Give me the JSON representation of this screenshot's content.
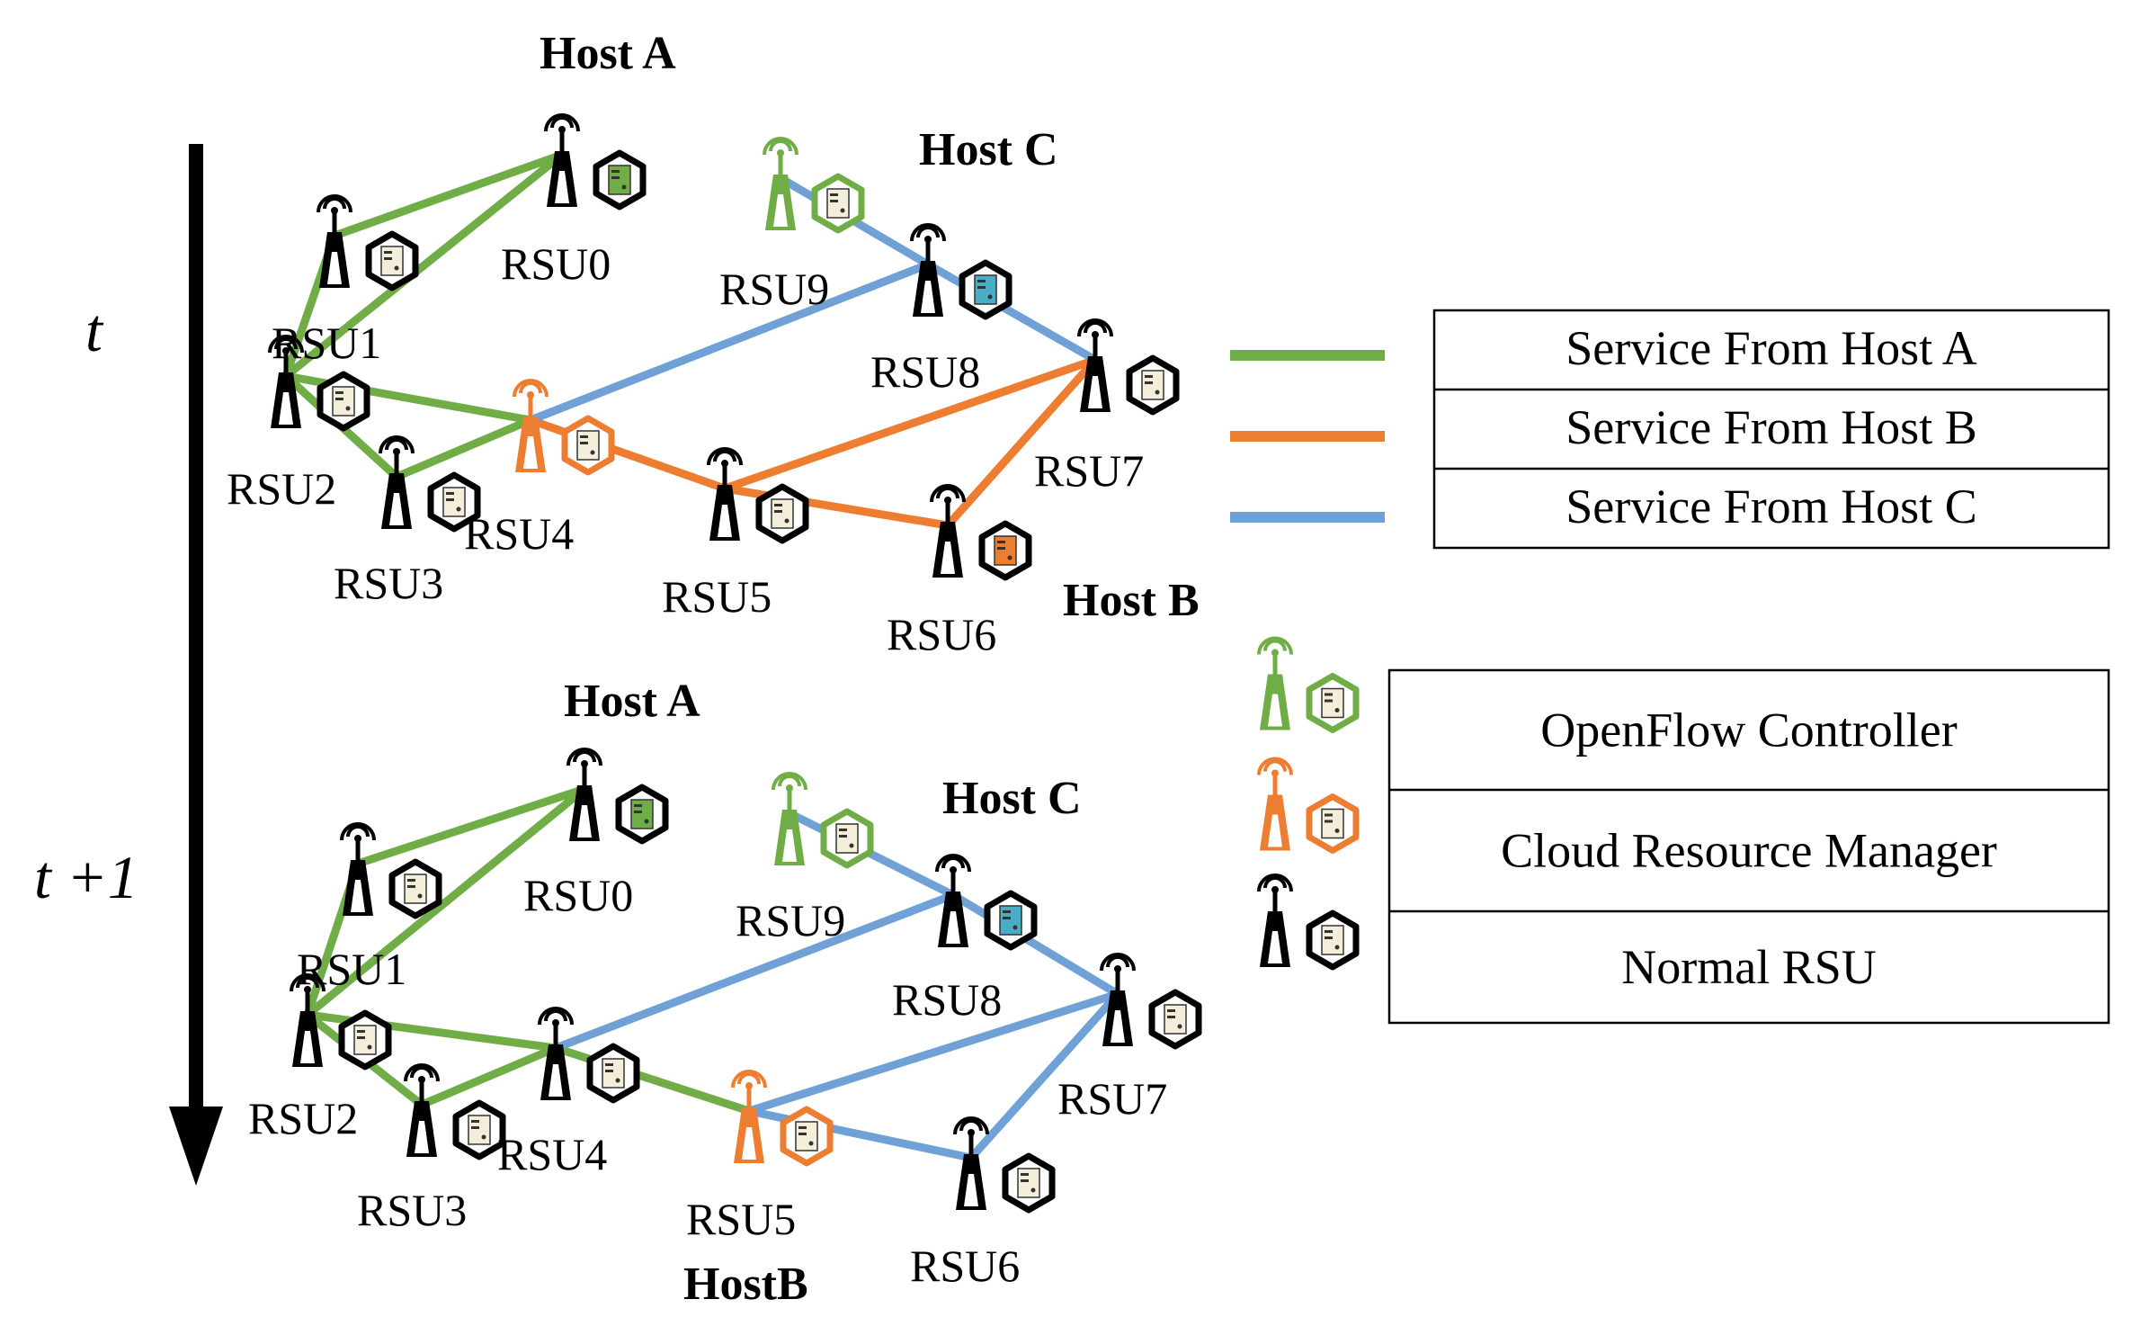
{
  "time_labels": {
    "t0": "t",
    "t1": "t +1"
  },
  "node_names": [
    "RSU0",
    "RSU1",
    "RSU2",
    "RSU3",
    "RSU4",
    "RSU5",
    "RSU6",
    "RSU7",
    "RSU8",
    "RSU9"
  ],
  "colors": {
    "host_a": "#70AD47",
    "host_b": "#ED7D31",
    "host_c": "#6FA0D6",
    "openflow": "#70AD47",
    "cloud": "#ED7D31",
    "normal": "#000000"
  },
  "diagram_t0": {
    "host_labels": {
      "a": "Host A",
      "b": "Host B",
      "c": "Host C"
    },
    "node_roles": {
      "RSU0": "normal",
      "RSU1": "normal",
      "RSU2": "normal",
      "RSU3": "normal",
      "RSU4": "cloud",
      "RSU5": "normal",
      "RSU6": "normal",
      "RSU7": "normal",
      "RSU8": "normal",
      "RSU9": "openflow"
    },
    "node_box_colors": {
      "RSU0": "#70AD47",
      "RSU6": "#ED7D31",
      "RSU8": "#4BACC6"
    },
    "edges": [
      {
        "from": "RSU0",
        "to": "RSU1",
        "service": "host_a"
      },
      {
        "from": "RSU0",
        "to": "RSU2",
        "service": "host_a"
      },
      {
        "from": "RSU1",
        "to": "RSU2",
        "service": "host_a"
      },
      {
        "from": "RSU2",
        "to": "RSU3",
        "service": "host_a"
      },
      {
        "from": "RSU2",
        "to": "RSU4",
        "service": "host_a"
      },
      {
        "from": "RSU3",
        "to": "RSU4",
        "service": "host_a"
      },
      {
        "from": "RSU4",
        "to": "RSU5",
        "service": "host_b"
      },
      {
        "from": "RSU5",
        "to": "RSU6",
        "service": "host_b"
      },
      {
        "from": "RSU5",
        "to": "RSU7",
        "service": "host_b"
      },
      {
        "from": "RSU6",
        "to": "RSU7",
        "service": "host_b"
      },
      {
        "from": "RSU4",
        "to": "RSU8",
        "service": "host_c"
      },
      {
        "from": "RSU9",
        "to": "RSU8",
        "service": "host_c"
      },
      {
        "from": "RSU8",
        "to": "RSU7",
        "service": "host_c"
      }
    ]
  },
  "diagram_t1": {
    "host_labels": {
      "a": "Host A",
      "b": "HostB",
      "c": "Host C"
    },
    "node_roles": {
      "RSU0": "normal",
      "RSU1": "normal",
      "RSU2": "normal",
      "RSU3": "normal",
      "RSU4": "normal",
      "RSU5": "cloud",
      "RSU6": "normal",
      "RSU7": "normal",
      "RSU8": "normal",
      "RSU9": "openflow"
    },
    "node_box_colors": {
      "RSU0": "#70AD47",
      "RSU8": "#4BACC6"
    },
    "edges": [
      {
        "from": "RSU0",
        "to": "RSU1",
        "service": "host_a"
      },
      {
        "from": "RSU0",
        "to": "RSU2",
        "service": "host_a"
      },
      {
        "from": "RSU1",
        "to": "RSU2",
        "service": "host_a"
      },
      {
        "from": "RSU2",
        "to": "RSU3",
        "service": "host_a"
      },
      {
        "from": "RSU2",
        "to": "RSU4",
        "service": "host_a"
      },
      {
        "from": "RSU3",
        "to": "RSU4",
        "service": "host_a"
      },
      {
        "from": "RSU4",
        "to": "RSU5",
        "service": "host_a"
      },
      {
        "from": "RSU4",
        "to": "RSU8",
        "service": "host_c"
      },
      {
        "from": "RSU9",
        "to": "RSU8",
        "service": "host_c"
      },
      {
        "from": "RSU8",
        "to": "RSU7",
        "service": "host_c"
      },
      {
        "from": "RSU5",
        "to": "RSU7",
        "service": "host_c"
      },
      {
        "from": "RSU5",
        "to": "RSU6",
        "service": "host_c"
      },
      {
        "from": "RSU6",
        "to": "RSU7",
        "service": "host_c"
      }
    ]
  },
  "service_legend": [
    {
      "service": "host_a",
      "label": "Service From Host A"
    },
    {
      "service": "host_b",
      "label": "Service From Host B"
    },
    {
      "service": "host_c",
      "label": "Service From Host C"
    }
  ],
  "role_legend": [
    {
      "role": "openflow",
      "label": "OpenFlow Controller"
    },
    {
      "role": "cloud",
      "label": "Cloud Resource Manager"
    },
    {
      "role": "normal",
      "label": "Normal RSU"
    }
  ]
}
